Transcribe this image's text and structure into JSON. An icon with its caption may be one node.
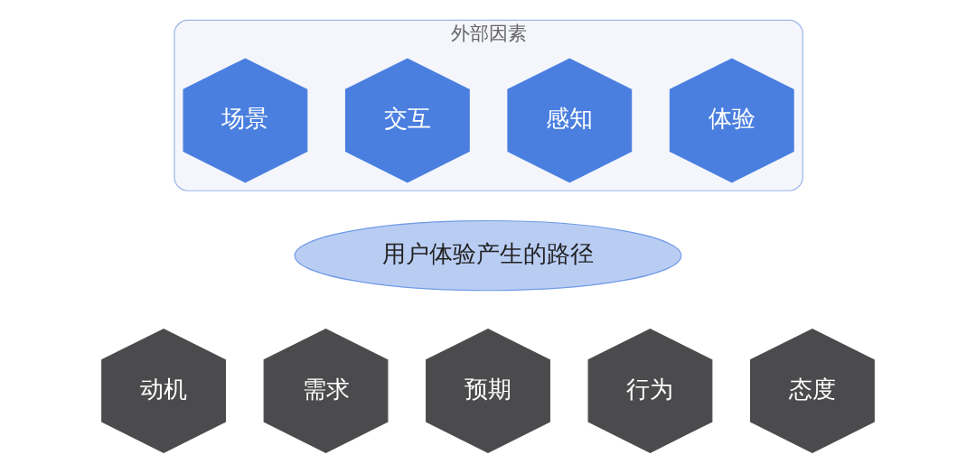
{
  "diagram": {
    "nodes": [
      {
        "text": [
          "外部因素"
        ]
      },
      {
        "text": [
          "场景"
        ],
        "in": 0
      },
      {
        "text": [
          "交互"
        ],
        "in": 0
      },
      {
        "text": [
          "感知"
        ],
        "in": 0
      },
      {
        "text": [
          "体验"
        ],
        "in": 0
      },
      {
        "text": [
          "用户体验产生的路径"
        ]
      },
      {
        "text": [
          "动机"
        ]
      },
      {
        "text": [
          "需求"
        ]
      },
      {
        "text": [
          "预期"
        ]
      },
      {
        "text": [
          "行为"
        ]
      },
      {
        "text": [
          "态度"
        ]
      }
    ],
    "edges": []
  }
}
